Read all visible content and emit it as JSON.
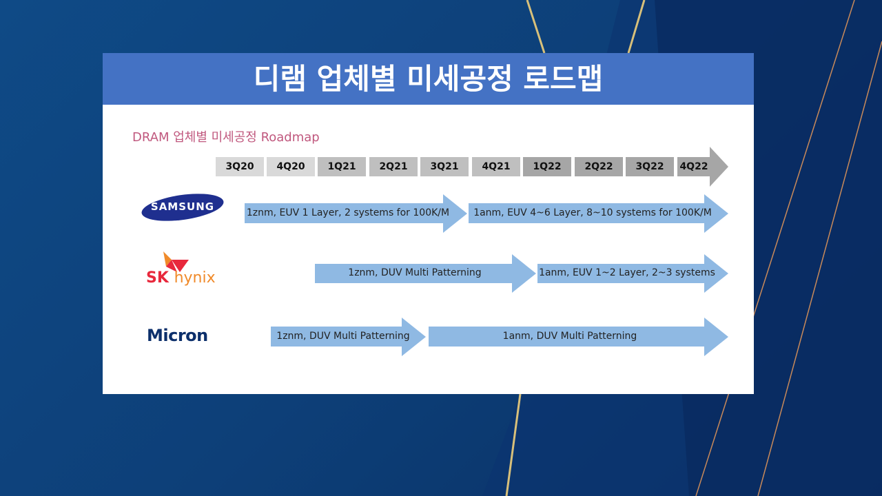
{
  "title": "디램 업체별 미세공정 로드맵",
  "subtitle": "DRAM 업체별 미세공정 Roadmap",
  "quarters": [
    "3Q20",
    "4Q20",
    "1Q21",
    "2Q21",
    "3Q21",
    "4Q21",
    "1Q22",
    "2Q22",
    "3Q22",
    "4Q22"
  ],
  "companies": {
    "samsung": {
      "logo": "SAMSUNG",
      "phases": [
        "1znm, EUV 1 Layer, 2 systems for 100K/M",
        "1anm, EUV 4~6 Layer, 8~10 systems for 100K/M"
      ]
    },
    "skhynix": {
      "logo_sk": "SK",
      "logo_hynix": "hynix",
      "phases": [
        "1znm, DUV Multi Patterning",
        "1anm, EUV 1~2 Layer, 2~3 systems"
      ]
    },
    "micron": {
      "logo": "Micron",
      "phases": [
        "1znm, DUV Multi Patterning",
        "1anm, DUV Multi Patterning"
      ]
    }
  },
  "colors": {
    "title_bar": "#4472c4",
    "arrow": "#8fb9e3",
    "subtitle": "#c0587e"
  }
}
